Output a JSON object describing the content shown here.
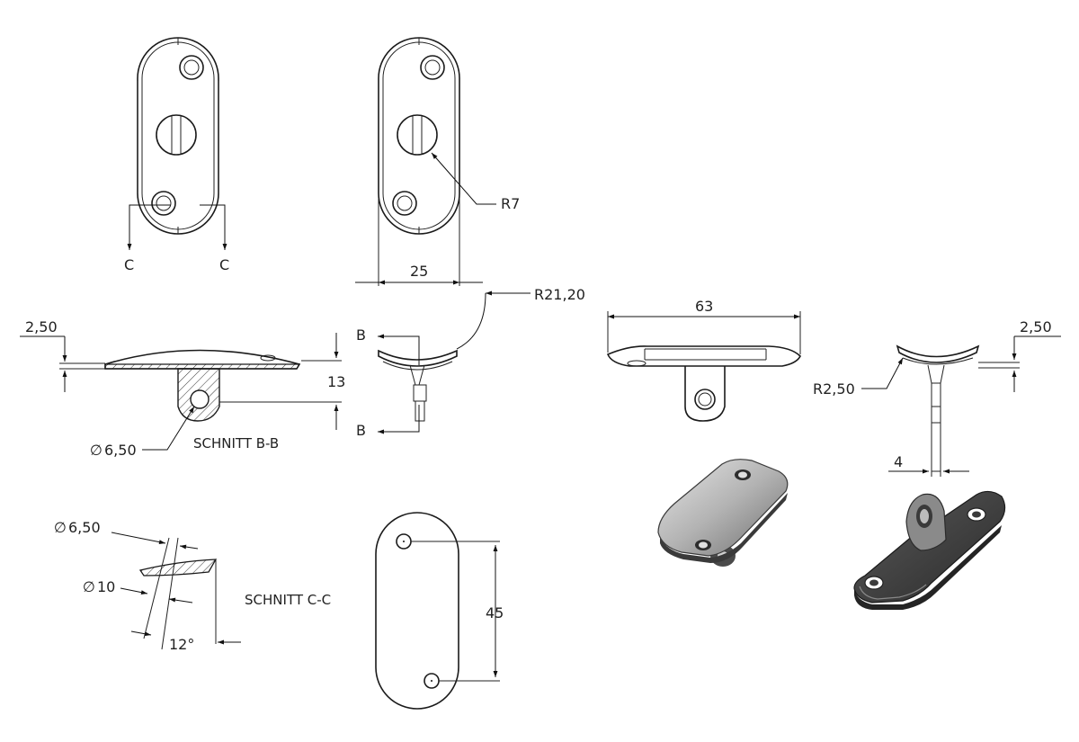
{
  "section_labels": {
    "c_left": "C",
    "c_right": "C",
    "b_top": "B",
    "b_bottom": "B",
    "schnitt_bb": "SCHNITT B-B",
    "schnitt_cc": "SCHNITT C-C"
  },
  "dimensions": {
    "r7": "R7",
    "width_25": "25",
    "r21_20": "R21,20",
    "thick_left": "2,50",
    "height_13": "13",
    "bore_650": "6,50",
    "length_63": "63",
    "thick_right": "2,50",
    "r2_50": "R2,50",
    "width_4": "4",
    "cc_bore_650": "6,50",
    "cc_bore_10": "10",
    "angle_12": "12°",
    "spacing_45": "45"
  },
  "symbols": {
    "diameter": "∅"
  },
  "colors": {
    "line": "#1a1a1a",
    "hatch": "#333333",
    "render_light": "#b8b8b8",
    "render_dark": "#3a3a3a"
  }
}
